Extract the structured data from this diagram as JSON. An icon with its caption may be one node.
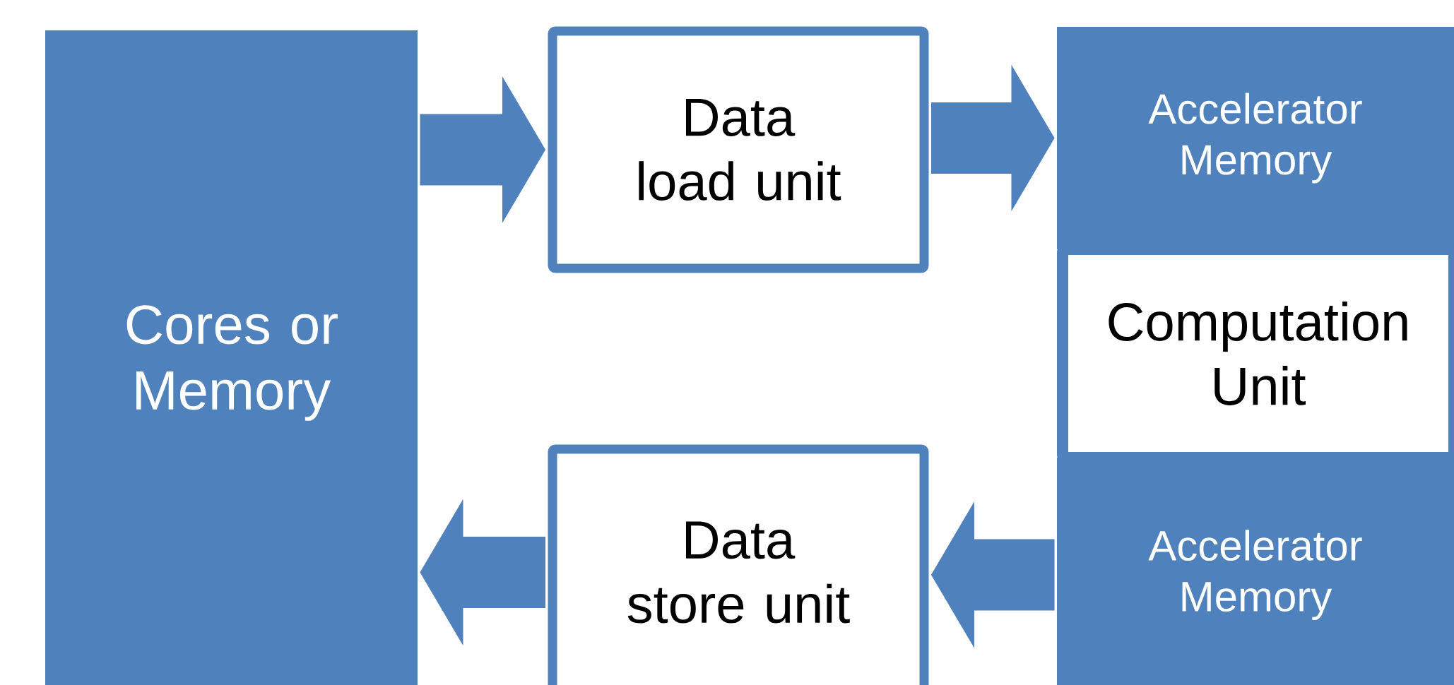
{
  "diagram": {
    "nodes": [
      {
        "text": [
          "Cores or Memory"
        ]
      },
      {
        "text": [
          "Data load unit"
        ]
      },
      {
        "text": [
          "Accelerator Memory"
        ]
      },
      {
        "text": [
          "Computation Unit"
        ]
      },
      {
        "text": [
          "Accelerator Memory"
        ]
      },
      {
        "text": [
          "Data store unit"
        ]
      }
    ],
    "edges": [
      {
        "from": 0,
        "to": 1,
        "arrow": "to"
      },
      {
        "from": 1,
        "to": 2,
        "arrow": "to"
      },
      {
        "from": 4,
        "to": 5,
        "arrow": "to"
      },
      {
        "from": 5,
        "to": 0,
        "arrow": "to"
      }
    ]
  }
}
